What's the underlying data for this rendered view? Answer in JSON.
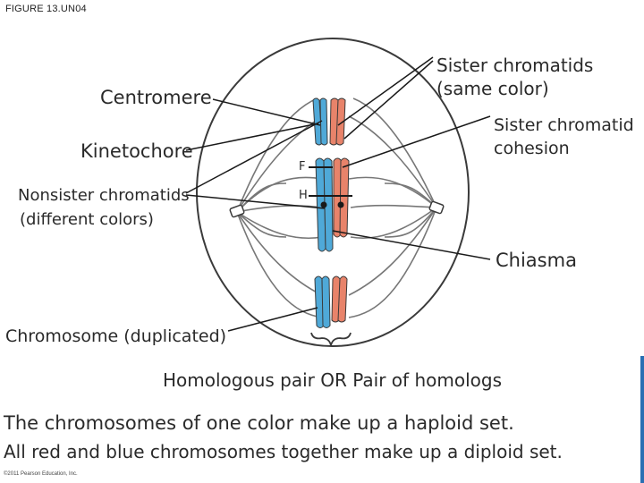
{
  "figure_title": "FIGURE 13.UN04",
  "copyright": "©2011 Pearson Education, Inc.",
  "labels": {
    "centromere": "Centromere",
    "kinetochore": "Kinetochore",
    "nonsister_line1": "Nonsister chromatids",
    "nonsister_line2": "(different colors)",
    "sister_line1": "Sister chromatids",
    "sister_line2": "(same color)",
    "cohesion_line1": "Sister chromatid",
    "cohesion_line2": "cohesion",
    "chiasma": "Chiasma",
    "chromosome_duplicated": "Chromosome (duplicated)",
    "homologous_pair": "Homologous pair OR Pair of homologs",
    "allele_f": "F",
    "allele_h": "H"
  },
  "caption": {
    "line1": "The chromosomes of one color make up a haploid set.",
    "line2": "All red and blue chromosomes together make up a diploid set."
  },
  "colors": {
    "blue_chromatid": "#4fa9d8",
    "red_chromatid": "#e8836a",
    "outline": "#3a3a3a",
    "accent_bar": "#2a6fb3"
  }
}
